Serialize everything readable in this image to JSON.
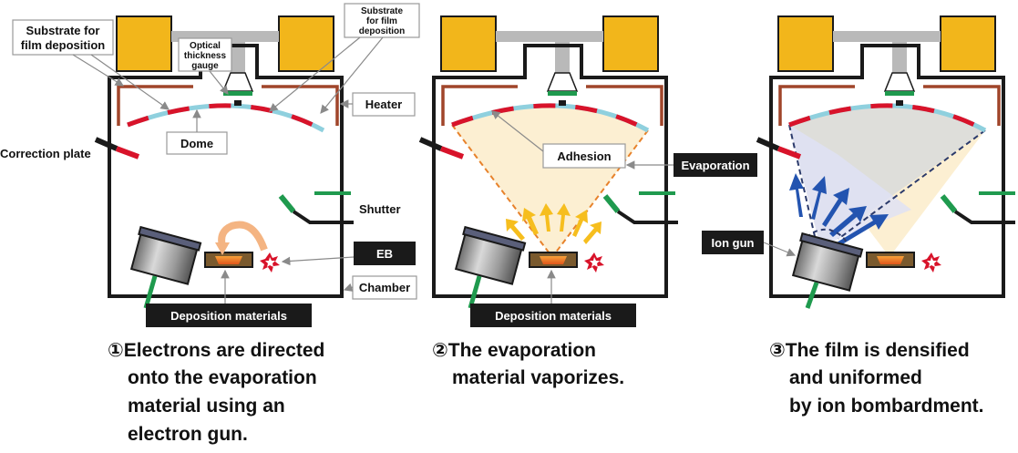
{
  "colors": {
    "gold": "#F2B61B",
    "grey_pipe": "#B9B9B9",
    "chamber": "#1a1a1a",
    "heater": "#A0452A",
    "dome_red": "#D8132A",
    "dome_blue": "#8FD0DE",
    "shutter_green": "#1F9A4E",
    "ion_blue": "#2354B0",
    "vapor_fill": "#FCEFD2",
    "vapor_arrow": "#F6BE1E",
    "vapor_edge": "#E7822B",
    "film_fill": "#DEDEDA",
    "ion_fill": "#DFE2F5",
    "eb_arrow": "#F4B482",
    "spark": "#D8132A"
  },
  "panel1": {
    "substrate_left": [
      "Substrate for",
      "film deposition"
    ],
    "substrate_right": [
      "Substrate",
      "for film",
      "deposition"
    ],
    "optical": [
      "Optical",
      "thickness",
      "gauge"
    ],
    "heater": "Heater",
    "dome": "Dome",
    "correction_plate": "Correction plate",
    "shutter": "Shutter",
    "eb": "EB",
    "chamber": "Chamber",
    "deposition_materials": "Deposition materials",
    "caption": [
      "①Electrons are directed",
      "onto the evaporation",
      "material using an",
      "electron gun."
    ]
  },
  "panel2": {
    "adhesion": "Adhesion",
    "evaporation": "Evaporation",
    "deposition_materials": "Deposition materials",
    "caption": [
      "②The evaporation",
      "material vaporizes."
    ]
  },
  "panel3": {
    "ion_gun": "Ion gun",
    "caption": [
      "③The film is densified",
      "and uniformed",
      "by ion bombardment."
    ]
  }
}
